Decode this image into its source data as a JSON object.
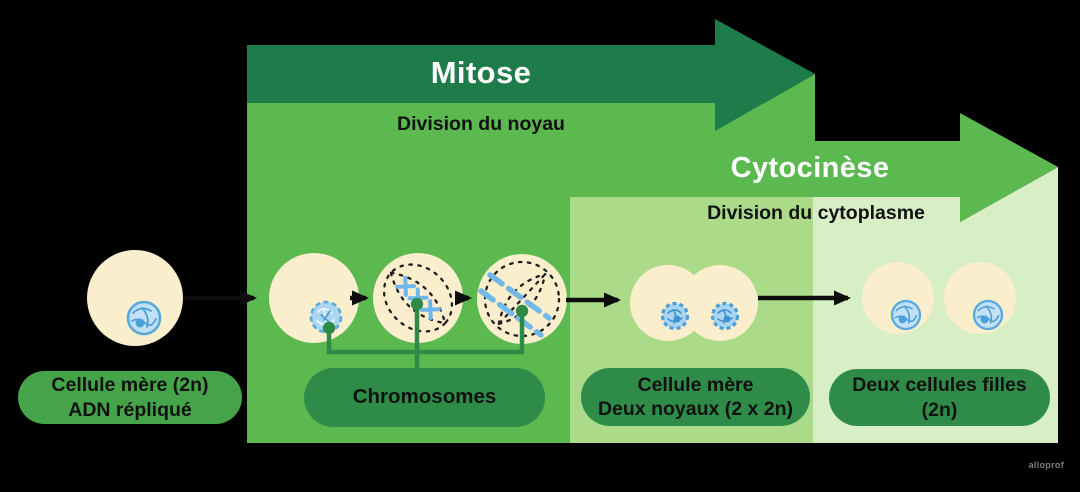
{
  "banners": {
    "mitose": {
      "title": "Mitose",
      "subtitle": "Division du noyau"
    },
    "cytocinese": {
      "title": "Cytocinèse",
      "subtitle": "Division du cytoplasme"
    }
  },
  "pills": {
    "mother_cell": {
      "line1": "Cellule mère (2n)",
      "line2": "ADN répliqué"
    },
    "chromosomes": {
      "line1": "Chromosomes"
    },
    "two_nuclei": {
      "line1": "Cellule mère",
      "line2": "Deux noyaux (2 x 2n)"
    },
    "daughter_cells": {
      "line1": "Deux cellules filles",
      "line2": "(2n)"
    }
  },
  "watermark": "alloprof",
  "colors": {
    "dark_green": "#1e7b4a",
    "medium_green": "#5bb950",
    "light_green": "#abda88",
    "pale_green": "#d8eec4",
    "pill_green": "#45a44a",
    "pill_dark_green": "#2e8c48",
    "cell_cream": "#faeecd",
    "nucleus_blue": "#57a9e0",
    "chromosome_blue": "#6fb6ea",
    "connector_green": "#2e8b47",
    "arrow_black": "#0d0d0d",
    "background": "#000000"
  }
}
